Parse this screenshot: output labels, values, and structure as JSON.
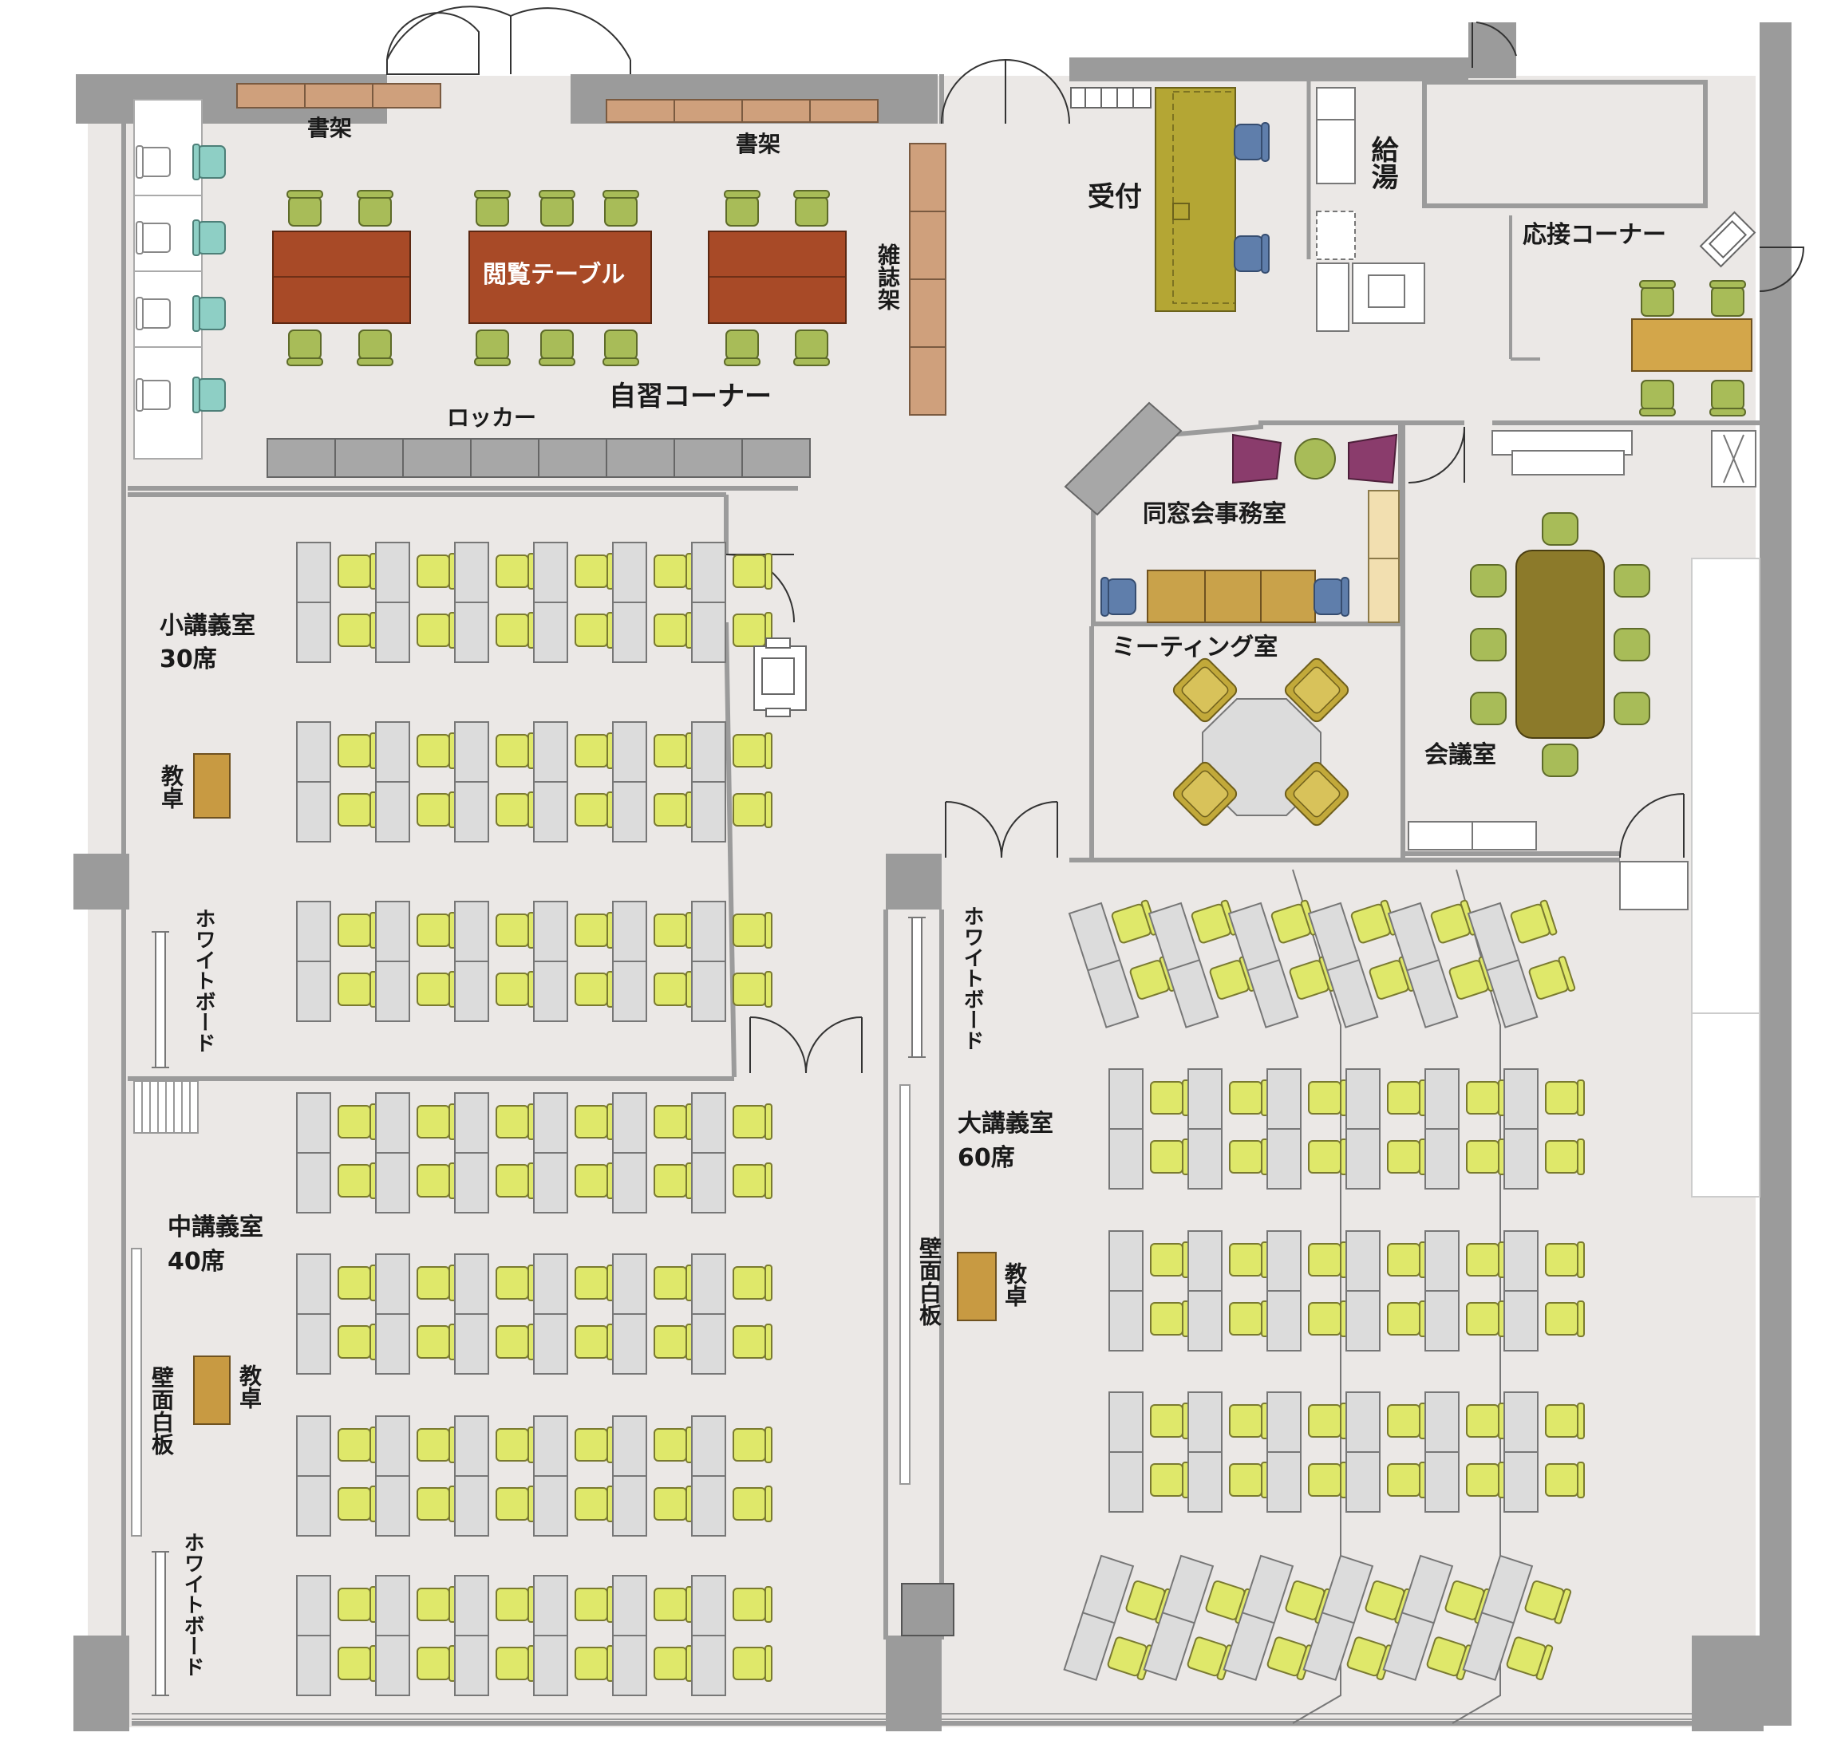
{
  "labels": {
    "shelf_left": "書架",
    "shelf_right": "書架",
    "magazine_rack": "雑誌架",
    "reading_table": "閲覧テーブル",
    "self_study": "自習コーナー",
    "locker": "ロッカー",
    "reception": "受付",
    "kitchenette": "給湯",
    "reception_corner": "応接コーナー",
    "alumni_office": "同窓会事務室",
    "meeting_room": "ミーティング室",
    "conference_room": "会議室",
    "small_lecture_name": "小講義室",
    "small_lecture_seats": "30席",
    "medium_lecture_name": "中講義室",
    "medium_lecture_seats": "40席",
    "large_lecture_name": "大講義室",
    "large_lecture_seats": "60席",
    "lectern_small": "教卓",
    "lectern_medium": "教卓",
    "lectern_large": "教卓",
    "whiteboard_small": "ホワイトボード",
    "whiteboard_medium": "ホワイトボード",
    "whiteboard_large": "ホワイトボード",
    "wall_board_medium": "壁面白板",
    "wall_board_large": "壁面白板"
  },
  "colors": {
    "floor": "#ebe8e6",
    "wall": "#9b9b9b",
    "desk": "#dcdcdc",
    "lecture_chair": "#dfe86a",
    "reading_chair": "#a8bc58",
    "reading_table": "#a84a27",
    "shelf": "#cfa07c",
    "locker": "#a7a7a7",
    "reception_counter": "#b4a634",
    "blue_chair": "#5f7eab",
    "teal_chair": "#8ecfc5",
    "lectern": "#c89a42",
    "conference_table": "#8c7a2a",
    "meeting_chair": "#c2a93a",
    "magenta_chair": "#8a3c6c",
    "office_desk": "#c9a24a",
    "sofa_table": "#d3a64a"
  }
}
